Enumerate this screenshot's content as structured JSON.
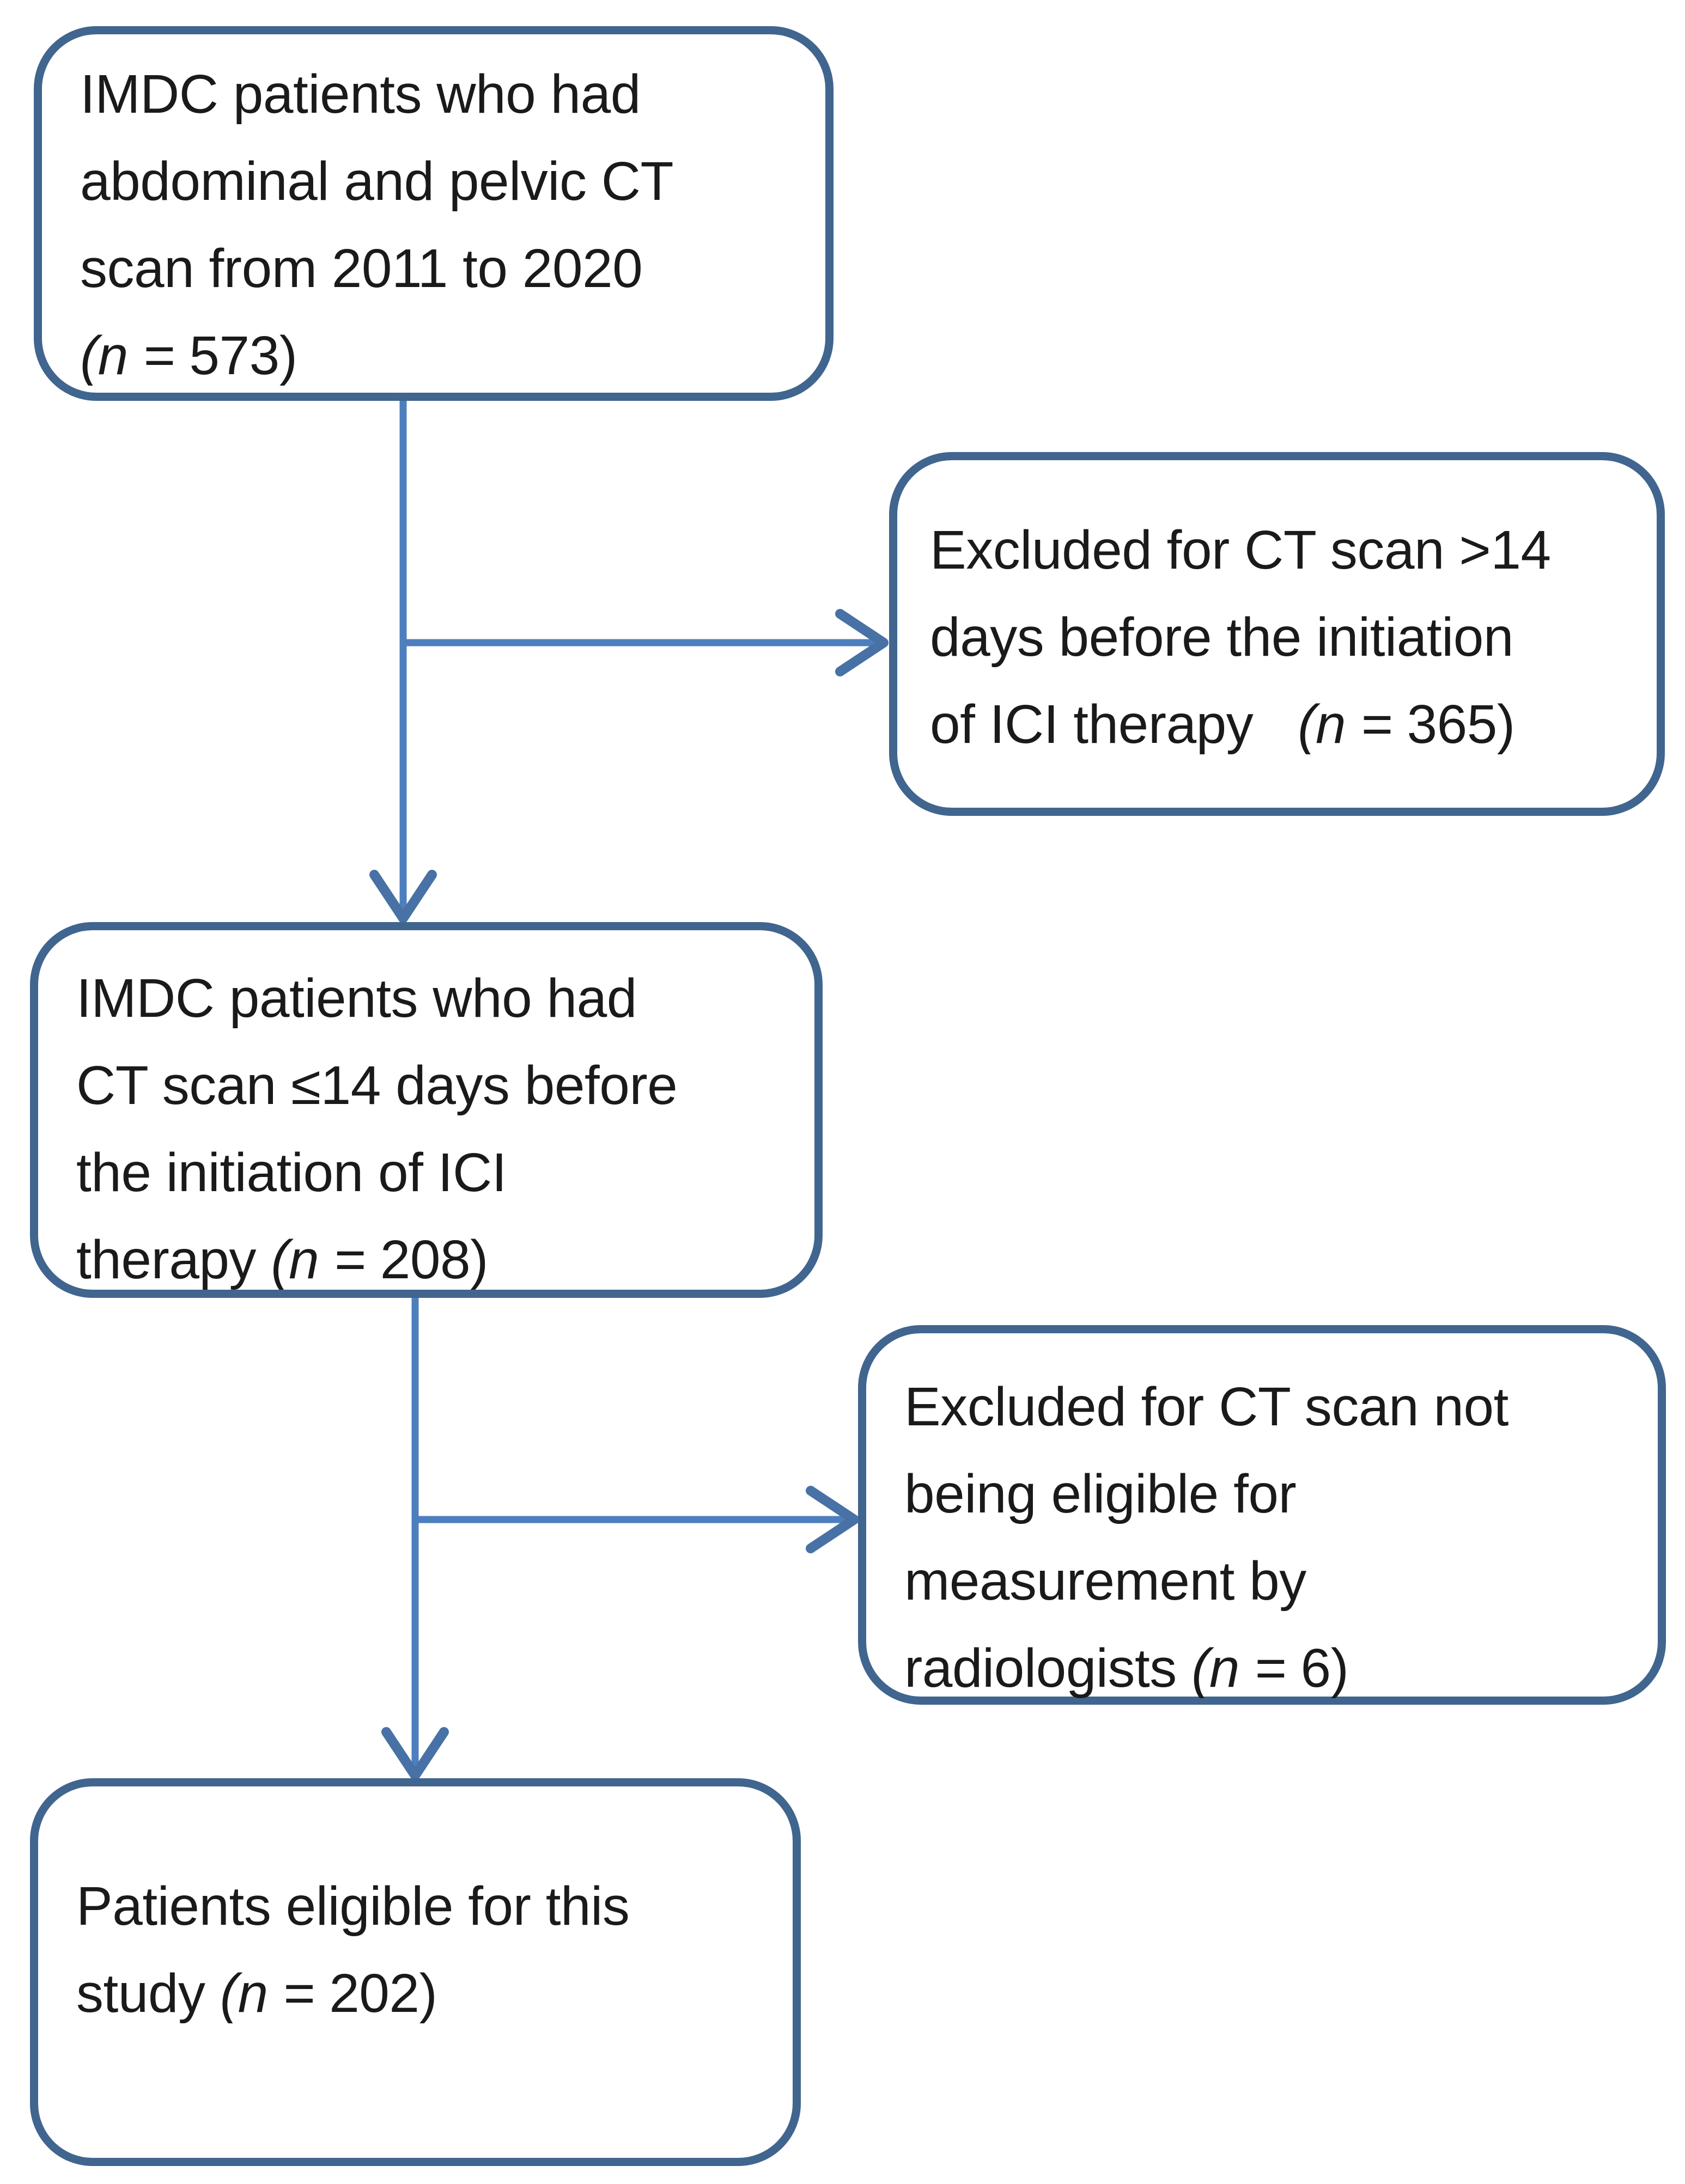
{
  "diagram": {
    "type": "flowchart",
    "background_color": "#ffffff",
    "box_border_color": "#40658f",
    "arrow_color": "#4d7fbe",
    "text_color": "#1a1a1a",
    "boxes": [
      {
        "id": "imdc-ct-2011-2020",
        "lines": [
          [
            {
              "t": "IMDC patients who had",
              "i": false
            }
          ],
          [
            {
              "t": "abdominal and pelvic CT",
              "i": false
            }
          ],
          [
            {
              "t": "scan from 2011 to 2020",
              "i": false
            }
          ],
          [
            {
              "t": "(n = ",
              "i": true
            },
            {
              "t": "573)",
              "i": false
            }
          ]
        ]
      },
      {
        "id": "excluded-ct-gt14-days",
        "lines": [
          [
            {
              "t": "Excluded for CT scan >14",
              "i": false
            }
          ],
          [
            {
              "t": "days before the initiation",
              "i": false
            }
          ],
          [
            {
              "t": "of ICI therapy   ",
              "i": false
            },
            {
              "t": "(n = ",
              "i": true
            },
            {
              "t": "365)",
              "i": false
            }
          ]
        ]
      },
      {
        "id": "imdc-ct-le14-days",
        "lines": [
          [
            {
              "t": "IMDC patients who had",
              "i": false
            }
          ],
          [
            {
              "t": "CT scan ≤14 days before",
              "i": false
            }
          ],
          [
            {
              "t": "the initiation of ICI",
              "i": false
            }
          ],
          [
            {
              "t": "therapy ",
              "i": false
            },
            {
              "t": "(n = ",
              "i": true
            },
            {
              "t": "208)",
              "i": false
            }
          ]
        ]
      },
      {
        "id": "excluded-not-measurable",
        "lines": [
          [
            {
              "t": "Excluded for CT scan not",
              "i": false
            }
          ],
          [
            {
              "t": "being eligible for",
              "i": false
            }
          ],
          [
            {
              "t": "measurement by",
              "i": false
            }
          ],
          [
            {
              "t": "radiologists ",
              "i": false
            },
            {
              "t": "(n = ",
              "i": true
            },
            {
              "t": "6)",
              "i": false
            }
          ]
        ]
      },
      {
        "id": "eligible-patients",
        "lines": [
          [
            {
              "t": "Patients eligible for this",
              "i": false
            }
          ],
          [
            {
              "t": "study ",
              "i": false
            },
            {
              "t": "(n = ",
              "i": true
            },
            {
              "t": "202)",
              "i": false
            }
          ]
        ]
      }
    ],
    "arrows": [
      {
        "from": "imdc-ct-2011-2020",
        "to": "imdc-ct-le14-days",
        "direction": "down"
      },
      {
        "from": "imdc-ct-2011-2020",
        "to": "excluded-ct-gt14-days",
        "direction": "right"
      },
      {
        "from": "imdc-ct-le14-days",
        "to": "eligible-patients",
        "direction": "down"
      },
      {
        "from": "imdc-ct-le14-days",
        "to": "excluded-not-measurable",
        "direction": "right"
      }
    ]
  }
}
